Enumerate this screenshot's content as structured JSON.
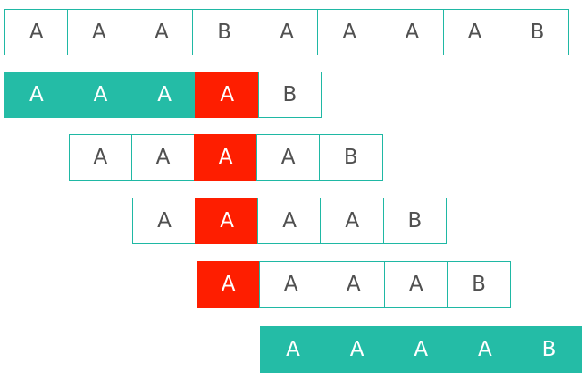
{
  "colors": {
    "outline": "#1fb8a4",
    "fill_teal": "#24bca6",
    "mismatch": "#fe1e00",
    "text": "#505050"
  },
  "rows": [
    {
      "offset": 0,
      "style": "outline",
      "mismatch_index": -1,
      "cells": [
        "A",
        "A",
        "A",
        "B",
        "A",
        "A",
        "A",
        "A",
        "B"
      ]
    },
    {
      "offset": 0,
      "style": "partial",
      "solid_count": 3,
      "mismatch_index": 3,
      "cells": [
        "A",
        "A",
        "A",
        "A",
        "B"
      ]
    },
    {
      "offset": 1,
      "style": "outline",
      "mismatch_index": 2,
      "cells": [
        "A",
        "A",
        "A",
        "A",
        "B"
      ]
    },
    {
      "offset": 2,
      "style": "outline",
      "mismatch_index": 1,
      "cells": [
        "A",
        "A",
        "A",
        "A",
        "B"
      ]
    },
    {
      "offset": 3,
      "style": "outline",
      "mismatch_index": 0,
      "cells": [
        "A",
        "A",
        "A",
        "A",
        "B"
      ]
    },
    {
      "offset": 4,
      "style": "solid",
      "mismatch_index": -1,
      "cells": [
        "A",
        "A",
        "A",
        "A",
        "B"
      ]
    }
  ]
}
